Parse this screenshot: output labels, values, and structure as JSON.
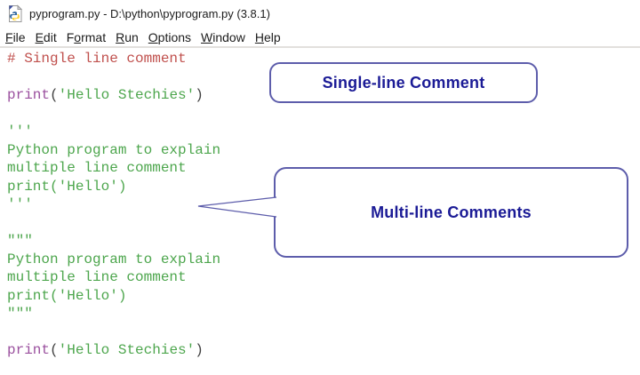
{
  "window": {
    "title": "pyprogram.py - D:\\python\\pyprogram.py (3.8.1)"
  },
  "menu": {
    "items": [
      {
        "id": "file",
        "pre": "",
        "u": "F",
        "post": "ile"
      },
      {
        "id": "edit",
        "pre": "",
        "u": "E",
        "post": "dit"
      },
      {
        "id": "format",
        "pre": "F",
        "u": "o",
        "post": "rmat"
      },
      {
        "id": "run",
        "pre": "",
        "u": "R",
        "post": "un"
      },
      {
        "id": "options",
        "pre": "",
        "u": "O",
        "post": "ptions"
      },
      {
        "id": "window",
        "pre": "",
        "u": "W",
        "post": "indow"
      },
      {
        "id": "help",
        "pre": "",
        "u": "H",
        "post": "elp"
      }
    ]
  },
  "editor": {
    "lines": [
      [
        {
          "t": "# Single line comment",
          "c": "comment"
        }
      ],
      [],
      [
        {
          "t": "print",
          "c": "builtin"
        },
        {
          "t": "(",
          "c": "plain"
        },
        {
          "t": "'Hello Stechies'",
          "c": "string"
        },
        {
          "t": ")",
          "c": "plain"
        }
      ],
      [],
      [
        {
          "t": "'''",
          "c": "string"
        }
      ],
      [
        {
          "t": "Python program to explain",
          "c": "string"
        }
      ],
      [
        {
          "t": "multiple line comment",
          "c": "string"
        }
      ],
      [
        {
          "t": "print('Hello')",
          "c": "string"
        }
      ],
      [
        {
          "t": "'''",
          "c": "string"
        }
      ],
      [],
      [
        {
          "t": "\"\"\"",
          "c": "string"
        }
      ],
      [
        {
          "t": "Python program to explain",
          "c": "string"
        }
      ],
      [
        {
          "t": "multiple line comment",
          "c": "string"
        }
      ],
      [
        {
          "t": "print('Hello')",
          "c": "string"
        }
      ],
      [
        {
          "t": "\"\"\"",
          "c": "string"
        }
      ],
      [],
      [
        {
          "t": "print",
          "c": "builtin"
        },
        {
          "t": "(",
          "c": "plain"
        },
        {
          "t": "'Hello Stechies'",
          "c": "string"
        },
        {
          "t": ")",
          "c": "plain"
        }
      ]
    ]
  },
  "callouts": {
    "single": {
      "label": "Single-line Comment"
    },
    "multi": {
      "label": "Multi-line Comments"
    }
  },
  "colors": {
    "comment_red": "#c0504d",
    "builtin_purple": "#9a4f9e",
    "string_green": "#4da64d",
    "callout_border": "#5d5dab",
    "callout_text": "#1b1b96"
  }
}
